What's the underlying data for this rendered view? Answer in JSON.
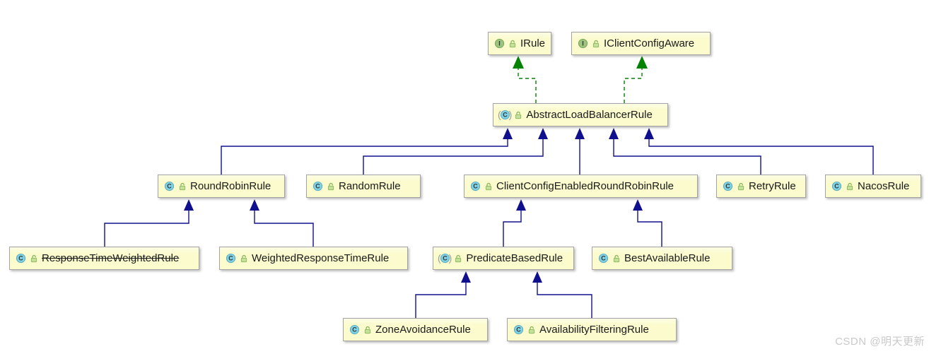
{
  "diagram": {
    "type": "uml-class-inheritance-diagram",
    "watermark": "CSDN @明天更新",
    "colors": {
      "node-fill": "#fbfbce",
      "node-fill-top": "#fdfde4",
      "node-border": "#a3a3a3",
      "extends-edge": "#10108e",
      "implements-edge": "#038203",
      "class-icon-fill": "#7ed2e4",
      "class-icon-border": "#56a8bc",
      "interface-icon-fill": "#9cc47e",
      "interface-icon-border": "#74a055",
      "lock-color": "#8fba62",
      "watermark-color": "#c9c9c9"
    },
    "icons": {
      "class_letter": "C",
      "interface_letter": "I",
      "abstract_open": "(",
      "abstract_close": ")"
    },
    "nodes": [
      {
        "label": "IRule",
        "kind": "interface"
      },
      {
        "label": "IClientConfigAware",
        "kind": "interface"
      },
      {
        "label": "AbstractLoadBalancerRule",
        "kind": "abstract-class"
      },
      {
        "label": "RoundRobinRule",
        "kind": "class"
      },
      {
        "label": "RandomRule",
        "kind": "class"
      },
      {
        "label": "ClientConfigEnabledRoundRobinRule",
        "kind": "class"
      },
      {
        "label": "RetryRule",
        "kind": "class"
      },
      {
        "label": "NacosRule",
        "kind": "class"
      },
      {
        "label": "ResponseTimeWeightedRule",
        "kind": "class",
        "deprecated": true
      },
      {
        "label": "WeightedResponseTimeRule",
        "kind": "class"
      },
      {
        "label": "PredicateBasedRule",
        "kind": "abstract-class"
      },
      {
        "label": "BestAvailableRule",
        "kind": "class"
      },
      {
        "label": "ZoneAvoidanceRule",
        "kind": "class"
      },
      {
        "label": "AvailabilityFilteringRule",
        "kind": "class"
      }
    ],
    "edges": [
      {
        "from": "AbstractLoadBalancerRule",
        "to": "IRule",
        "relation": "implements"
      },
      {
        "from": "AbstractLoadBalancerRule",
        "to": "IClientConfigAware",
        "relation": "implements"
      },
      {
        "from": "RoundRobinRule",
        "to": "AbstractLoadBalancerRule",
        "relation": "extends"
      },
      {
        "from": "RandomRule",
        "to": "AbstractLoadBalancerRule",
        "relation": "extends"
      },
      {
        "from": "ClientConfigEnabledRoundRobinRule",
        "to": "AbstractLoadBalancerRule",
        "relation": "extends"
      },
      {
        "from": "RetryRule",
        "to": "AbstractLoadBalancerRule",
        "relation": "extends"
      },
      {
        "from": "NacosRule",
        "to": "AbstractLoadBalancerRule",
        "relation": "extends"
      },
      {
        "from": "ResponseTimeWeightedRule",
        "to": "RoundRobinRule",
        "relation": "extends"
      },
      {
        "from": "WeightedResponseTimeRule",
        "to": "RoundRobinRule",
        "relation": "extends"
      },
      {
        "from": "PredicateBasedRule",
        "to": "ClientConfigEnabledRoundRobinRule",
        "relation": "extends"
      },
      {
        "from": "BestAvailableRule",
        "to": "ClientConfigEnabledRoundRobinRule",
        "relation": "extends"
      },
      {
        "from": "ZoneAvoidanceRule",
        "to": "PredicateBasedRule",
        "relation": "extends"
      },
      {
        "from": "AvailabilityFilteringRule",
        "to": "PredicateBasedRule",
        "relation": "extends"
      }
    ]
  }
}
